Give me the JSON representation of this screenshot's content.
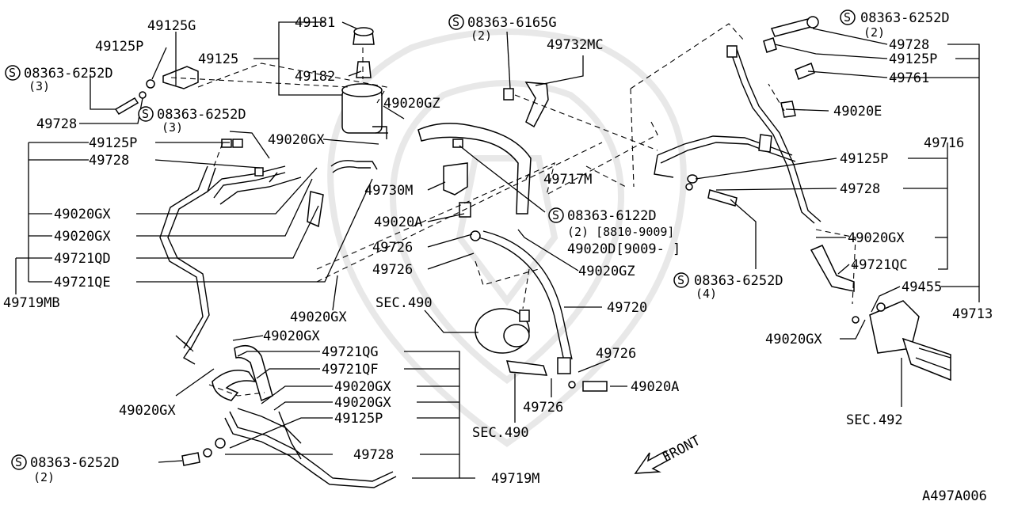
{
  "diagram_code": "A497A006",
  "front_label": "FRONT",
  "labels": [
    {
      "id": "l49125G",
      "text": "49125G"
    },
    {
      "id": "l49125P_a",
      "text": "49125P"
    },
    {
      "id": "l49125",
      "text": "49125"
    },
    {
      "id": "l49181",
      "text": "49181"
    },
    {
      "id": "l49182",
      "text": "49182"
    },
    {
      "id": "lS1",
      "text": "08363-6252D"
    },
    {
      "id": "lS1q",
      "text": "(3)"
    },
    {
      "id": "l49728_a",
      "text": "49728"
    },
    {
      "id": "lS2",
      "text": "08363-6252D"
    },
    {
      "id": "lS2q",
      "text": "(3)"
    },
    {
      "id": "l49020GZ_a",
      "text": "49020GZ"
    },
    {
      "id": "l49020GX_a",
      "text": "49020GX"
    },
    {
      "id": "l49125P_b",
      "text": "49125P"
    },
    {
      "id": "l49728_b",
      "text": "49728"
    },
    {
      "id": "l49020GX_b",
      "text": "49020GX"
    },
    {
      "id": "l49020GX_c",
      "text": "49020GX"
    },
    {
      "id": "l49721QD",
      "text": "49721QD"
    },
    {
      "id": "l49721QE",
      "text": "49721QE"
    },
    {
      "id": "l49719MB",
      "text": "49719MB"
    },
    {
      "id": "l49020GX_d",
      "text": "49020GX"
    },
    {
      "id": "lS3",
      "text": "08363-6165G"
    },
    {
      "id": "lS3q",
      "text": "(2)"
    },
    {
      "id": "l49732MC",
      "text": "49732MC"
    },
    {
      "id": "l49717M",
      "text": "49717M"
    },
    {
      "id": "l49730M",
      "text": "49730M"
    },
    {
      "id": "l49020A_a",
      "text": "49020A"
    },
    {
      "id": "l49726_a",
      "text": "49726"
    },
    {
      "id": "l49726_b",
      "text": "49726"
    },
    {
      "id": "lS4",
      "text": "08363-6122D"
    },
    {
      "id": "lS4q",
      "text": "(2) [8810-9009]"
    },
    {
      "id": "l49020D",
      "text": "49020D[9009-     ]"
    },
    {
      "id": "l49020GZ_b",
      "text": "49020GZ"
    },
    {
      "id": "lSEC490a",
      "text": "SEC.490"
    },
    {
      "id": "l49720",
      "text": "49720"
    },
    {
      "id": "l49726_c",
      "text": "49726"
    },
    {
      "id": "l49020A_b",
      "text": "49020A"
    },
    {
      "id": "l49726_d",
      "text": "49726"
    },
    {
      "id": "lSEC490b",
      "text": "SEC.490"
    },
    {
      "id": "l49020GX_e",
      "text": "49020GX"
    },
    {
      "id": "l49721QG",
      "text": "49721QG"
    },
    {
      "id": "l49721QF",
      "text": "49721QF"
    },
    {
      "id": "l49020GX_f",
      "text": "49020GX"
    },
    {
      "id": "l49020GX_g",
      "text": "49020GX"
    },
    {
      "id": "l49125P_c",
      "text": "49125P"
    },
    {
      "id": "l49020GX_h",
      "text": "49020GX"
    },
    {
      "id": "l49728_c",
      "text": "49728"
    },
    {
      "id": "lS5",
      "text": "08363-6252D"
    },
    {
      "id": "lS5q",
      "text": "(2)"
    },
    {
      "id": "l49719M",
      "text": "49719M"
    },
    {
      "id": "lS6",
      "text": "08363-6252D"
    },
    {
      "id": "lS6q",
      "text": "(2)"
    },
    {
      "id": "l49728_d",
      "text": "49728"
    },
    {
      "id": "l49125P_d",
      "text": "49125P"
    },
    {
      "id": "l49761",
      "text": "49761"
    },
    {
      "id": "l49020E",
      "text": "49020E"
    },
    {
      "id": "l49716",
      "text": "49716"
    },
    {
      "id": "l49125P_e",
      "text": "49125P"
    },
    {
      "id": "l49728_e",
      "text": "49728"
    },
    {
      "id": "l49020GX_i",
      "text": "49020GX"
    },
    {
      "id": "l49721QC",
      "text": "49721QC"
    },
    {
      "id": "lS7",
      "text": "08363-6252D"
    },
    {
      "id": "lS7q",
      "text": "(4)"
    },
    {
      "id": "l49455",
      "text": "49455"
    },
    {
      "id": "l49713",
      "text": "49713"
    },
    {
      "id": "l49020GX_j",
      "text": "49020GX"
    },
    {
      "id": "lSEC492",
      "text": "SEC.492"
    }
  ],
  "s_symbol": "S"
}
